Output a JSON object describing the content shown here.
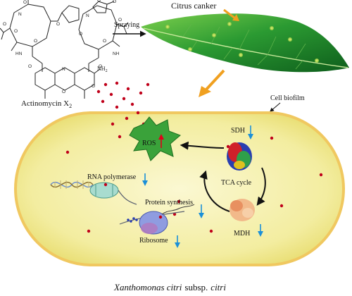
{
  "compound": {
    "name": "Actinomycin X",
    "subscript": "2",
    "nh2": "NH",
    "nh2_sub": "2"
  },
  "labels": {
    "spraying": "Spraying",
    "citrus_canker": "Citrus canker",
    "cell_biofilm": "Cell biofilm",
    "ros": "ROS",
    "sdh": "SDH",
    "rna_polymerase": "RNA polymerase",
    "tca_cycle": "TCA cycle",
    "protein_synthesis": "Protein synthesis",
    "ribosome": "Ribosome",
    "mdh": "MDH"
  },
  "organism": {
    "genus_species": "Xanthomonas citri",
    "rank": "subsp.",
    "subspecies": "citri"
  },
  "colors": {
    "leaf": "#1e8a2e",
    "leaf_light": "#8fcf5a",
    "droplet": "#c0001a",
    "down_arrow": "#1a8fd8",
    "up_arrow": "#e0001a",
    "orange_arrow": "#f0a020",
    "ros_star": "#3aa23a",
    "cell_fill": "#f6f2b0",
    "cell_border": "#f0c860"
  }
}
